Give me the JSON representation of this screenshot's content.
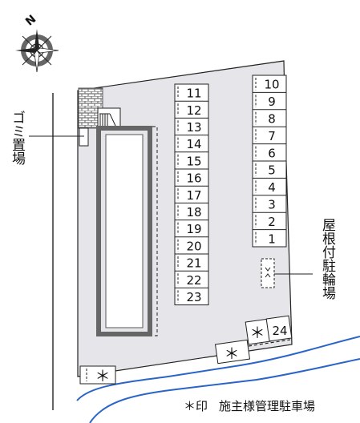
{
  "map": {
    "compass": {
      "north_label": "N",
      "icon": "compass-rose-icon"
    },
    "labels": {
      "garbage_area": "ゴミ置場",
      "bicycle_parking": "屋根付駐輪場"
    },
    "parking_left": [
      "11",
      "12",
      "13",
      "14",
      "15",
      "16",
      "17",
      "18",
      "19",
      "20",
      "21",
      "22",
      "23"
    ],
    "parking_right": [
      "10",
      "9",
      "8",
      "7",
      "6",
      "5",
      "4",
      "3",
      "2",
      "1"
    ],
    "parking_24": "24",
    "owner_mark": "＊",
    "legend": {
      "mark": "＊印",
      "text": "施主様管理駐車場"
    },
    "colors": {
      "lot_fill": "#e6e6ea",
      "building_outline": "#666666",
      "road_line": "#2a64c9",
      "brick": "#777777"
    }
  }
}
